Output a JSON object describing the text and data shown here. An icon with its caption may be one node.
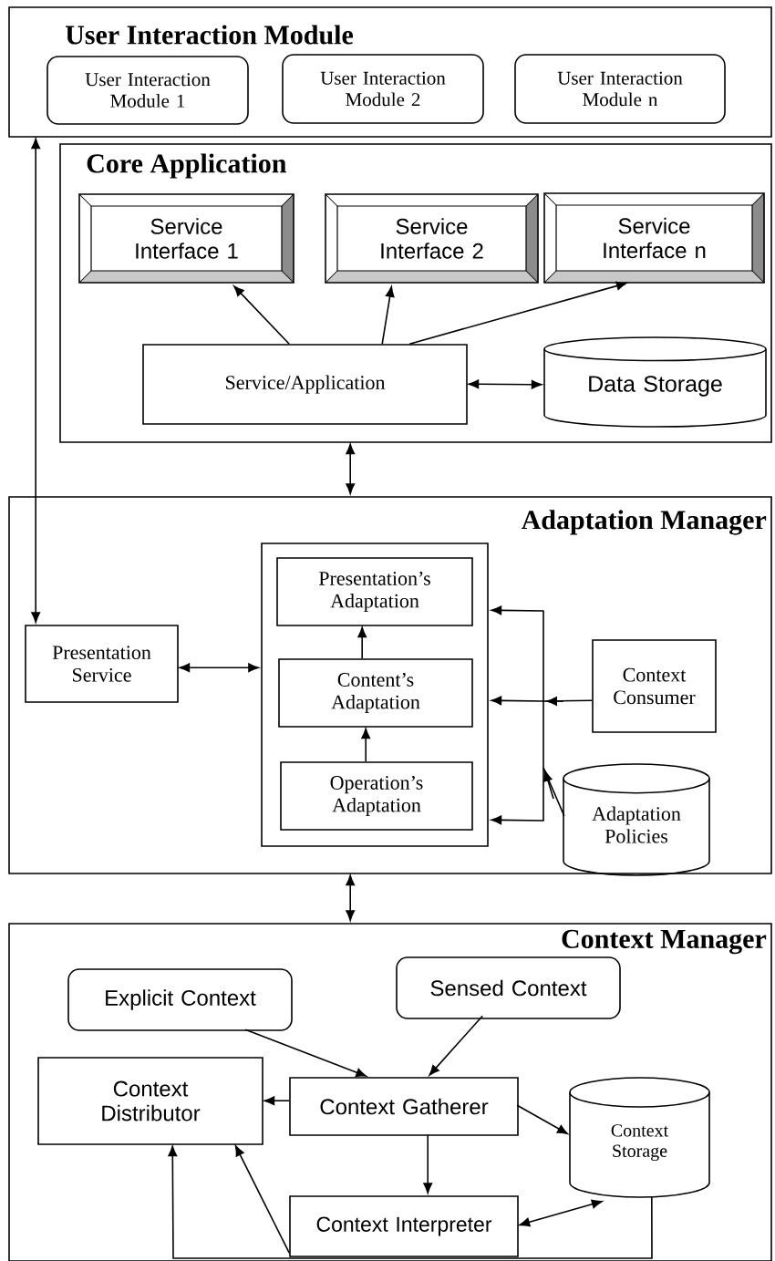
{
  "diagram": {
    "nodes": [
      {
        "text": [
          "User Interaction Module"
        ]
      },
      {
        "text": [
          "User Interaction Module 1"
        ],
        "in": 0
      },
      {
        "text": [
          "User Interaction Module 2"
        ],
        "in": 0
      },
      {
        "text": [
          "User Interaction Module n"
        ],
        "in": 0
      },
      {
        "text": [
          "Core Application"
        ]
      },
      {
        "text": [
          "Service Interface 1"
        ],
        "in": 4
      },
      {
        "text": [
          "Service Interface 2"
        ],
        "in": 4
      },
      {
        "text": [
          "Service Interface n"
        ],
        "in": 4
      },
      {
        "text": [
          "Service/Application"
        ],
        "in": 4
      },
      {
        "text": [
          "Data Storage"
        ],
        "in": 4
      },
      {
        "text": [
          "Adaptation Manager"
        ]
      },
      {
        "text": [
          "Presentation Service"
        ],
        "in": 10
      },
      {
        "text": [],
        "shape": "box",
        "in": 10
      },
      {
        "text": [
          "Presentation’s Adaptation"
        ],
        "in": 12
      },
      {
        "text": [
          "Content’s Adaptation"
        ],
        "in": 12
      },
      {
        "text": [
          "Operation’s Adaptation"
        ],
        "in": 12
      },
      {
        "text": [
          "Context Consumer"
        ],
        "in": 10
      },
      {
        "text": [
          "Adaptation Policies"
        ],
        "in": 10
      },
      {
        "text": [
          "Context Manager"
        ]
      },
      {
        "text": [
          "Explicit Context"
        ],
        "in": 18
      },
      {
        "text": [
          "Sensed Context"
        ],
        "in": 18
      },
      {
        "text": [
          "Context Distributor"
        ],
        "in": 18
      },
      {
        "text": [
          "Context Gatherer"
        ],
        "in": 18
      },
      {
        "text": [
          "Context Storage"
        ],
        "in": 18
      },
      {
        "text": [
          "Context Interpreter"
        ],
        "in": 18
      }
    ],
    "edges": [
      {
        "from": 0,
        "to": 11,
        "arrow": "both"
      },
      {
        "from": 4,
        "to": 10,
        "arrow": "both"
      },
      {
        "from": 10,
        "to": 18,
        "arrow": "both"
      },
      {
        "from": 8,
        "to": 5,
        "arrow": "to"
      },
      {
        "from": 8,
        "to": 6,
        "arrow": "to"
      },
      {
        "from": 8,
        "to": 7,
        "arrow": "to"
      },
      {
        "from": 8,
        "to": 9,
        "arrow": "both"
      },
      {
        "from": 11,
        "to": 12,
        "arrow": "both"
      },
      {
        "from": 14,
        "to": 13,
        "arrow": "to"
      },
      {
        "from": 15,
        "to": 14,
        "arrow": "to"
      },
      {
        "from": 16,
        "to": 12,
        "arrow": "to"
      },
      {
        "from": 17,
        "to": 12,
        "arrow": "to"
      },
      {
        "from": 19,
        "to": 22,
        "arrow": "to"
      },
      {
        "from": 20,
        "to": 22,
        "arrow": "to"
      },
      {
        "from": 22,
        "to": 21,
        "arrow": "to"
      },
      {
        "from": 22,
        "to": 23,
        "arrow": "to"
      },
      {
        "from": 22,
        "to": 24,
        "arrow": "to"
      },
      {
        "from": 24,
        "to": 23,
        "arrow": "both"
      },
      {
        "from": 24,
        "to": 21,
        "arrow": "to"
      },
      {
        "from": 23,
        "to": 21,
        "arrow": "to"
      }
    ]
  }
}
